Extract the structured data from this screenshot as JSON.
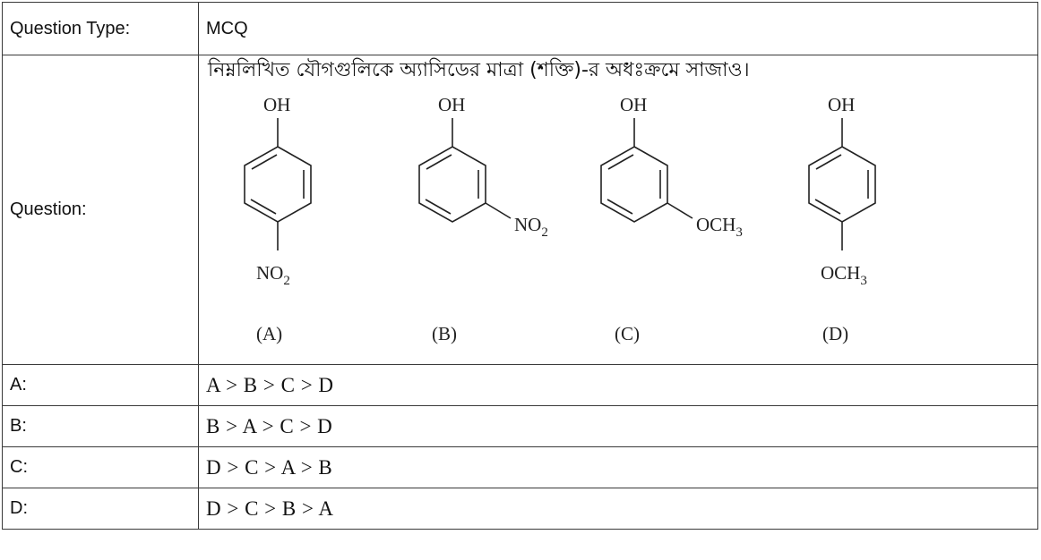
{
  "type_row": {
    "label": "Question Type:",
    "value": "MCQ"
  },
  "question_row": {
    "label": "Question:",
    "text": "নিম্নলিখিত যৌগগুলিকে অ্যাসিডের মাত্রা (শক্তি)-র অধঃক্রমে সাজাও।",
    "compounds": [
      {
        "top": "OH",
        "substituent": "NO",
        "sub": "2",
        "tag": "(A)"
      },
      {
        "top": "OH",
        "substituent": "NO",
        "sub": "2",
        "tag": "(B)"
      },
      {
        "top": "OH",
        "substituent": "OCH",
        "sub": "3",
        "tag": "(C)"
      },
      {
        "top": "OH",
        "substituent": "OCH",
        "sub": "3",
        "tag": "(D)"
      }
    ]
  },
  "options": [
    {
      "label": "A:",
      "value": "A > B > C > D"
    },
    {
      "label": "B:",
      "value": "B > A > C > D"
    },
    {
      "label": "C:",
      "value": "D > C > A > B"
    },
    {
      "label": "D:",
      "value": "D > C > B > A"
    }
  ]
}
